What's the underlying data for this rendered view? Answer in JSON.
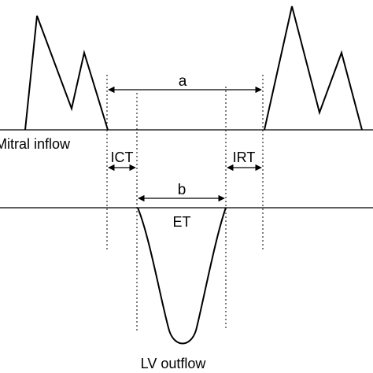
{
  "labels": {
    "a": "a",
    "b": "b",
    "mitral": "Mitral inflow",
    "ict": "ICT",
    "irt": "IRT",
    "et": "ET",
    "lv": "LV outflow"
  },
  "colors": {
    "line": "#000000",
    "background": "#ffffff"
  }
}
